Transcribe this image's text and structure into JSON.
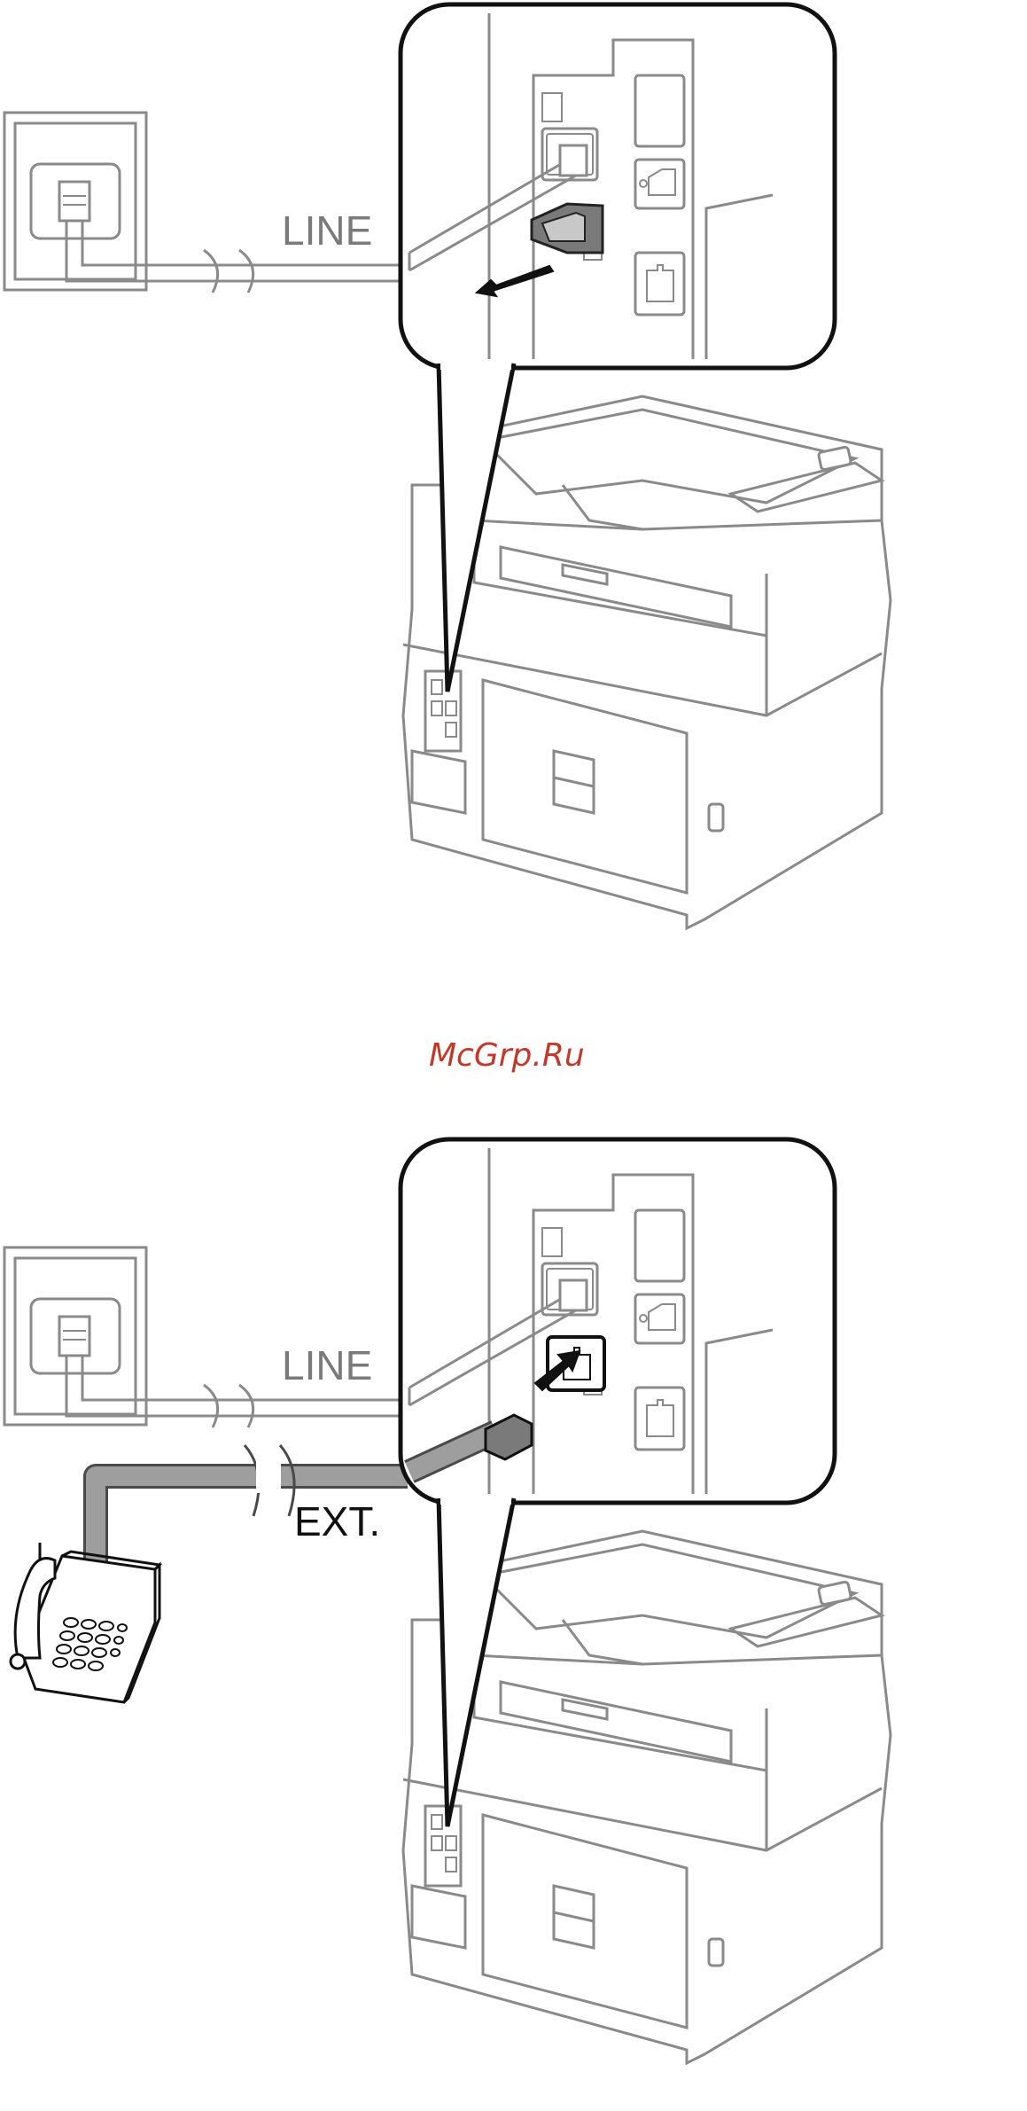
{
  "step1": {
    "line_label": "LINE"
  },
  "watermark": {
    "text": "McGrp.Ru",
    "color": "#c0392b"
  },
  "step2": {
    "line_label": "LINE",
    "ext_label": "EXT."
  },
  "colors": {
    "outline": "#8a8a8a",
    "callout": "#111111",
    "ext_cable": "#9e9e9e",
    "ext_cable_edge": "#4a4a4a"
  }
}
